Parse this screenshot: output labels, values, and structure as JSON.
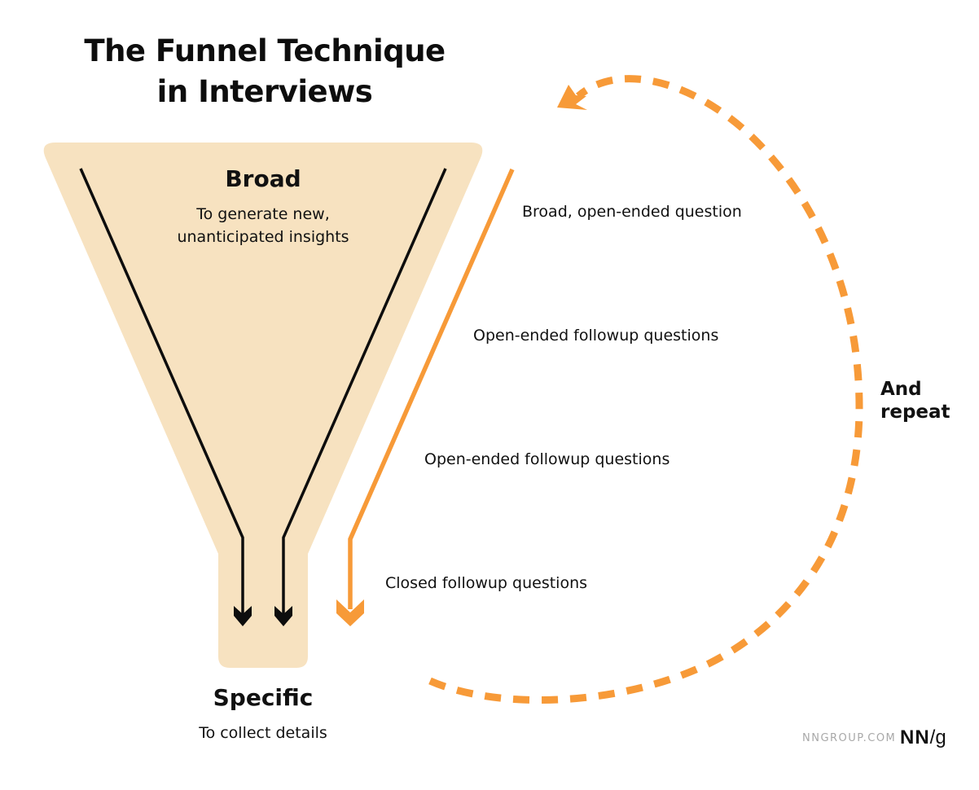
{
  "title": {
    "line1": "The Funnel Technique",
    "line2": "in Interviews"
  },
  "funnel": {
    "top": {
      "heading": "Broad",
      "sub_line1": "To generate new,",
      "sub_line2": "unanticipated insights"
    },
    "bottom": {
      "heading": "Specific",
      "sub": "To collect details"
    }
  },
  "question_steps": [
    {
      "label": "Broad, open-ended question"
    },
    {
      "label": "Open-ended followup questions"
    },
    {
      "label": "Open-ended followup questions"
    },
    {
      "label": "Closed followup questions"
    }
  ],
  "cycle": {
    "label_line1": "And",
    "label_line2": "repeat"
  },
  "footer": {
    "site": "NNGROUP.COM",
    "logo_nn": "NN",
    "logo_slash_g": "/g"
  },
  "colors": {
    "funnel_fill": "#f7e2c0",
    "accent_orange": "#f79a38",
    "arrow_black": "#0d0d0d",
    "footer_gray": "#a8a8a8"
  }
}
